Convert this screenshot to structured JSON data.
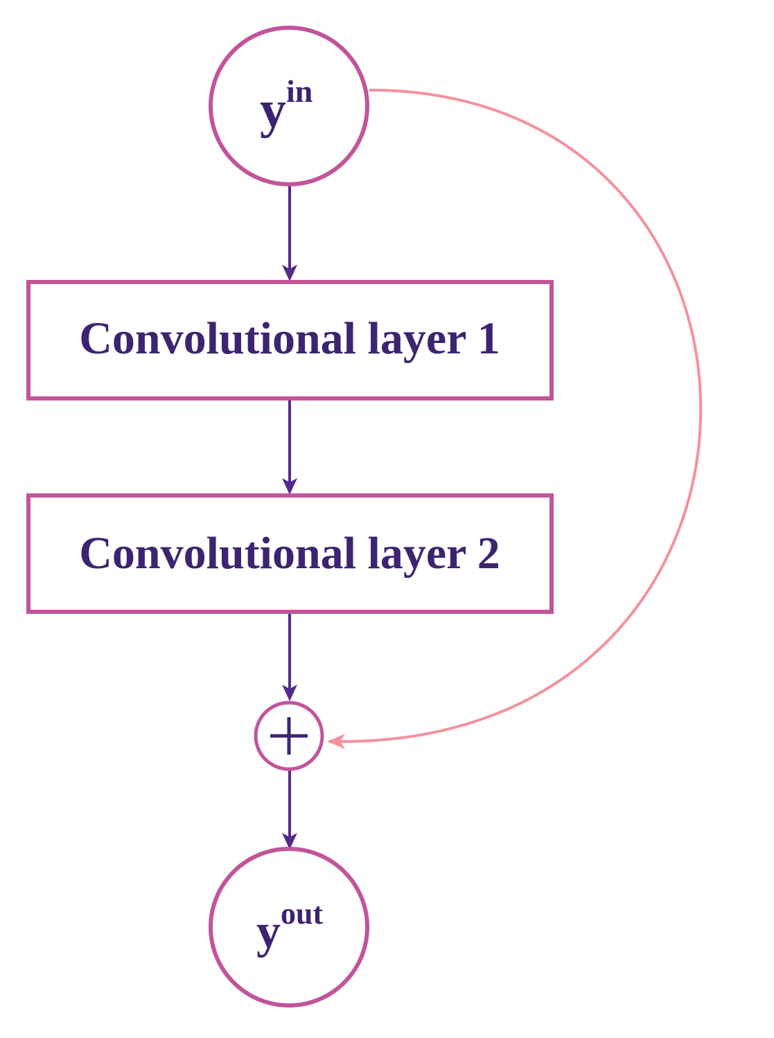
{
  "colors": {
    "node_border": "#c2549a",
    "flow_arrow": "#55298a",
    "skip_connection": "#f5909e",
    "text": "#3d2470",
    "background": "#ffffff"
  },
  "input_node": {
    "base": "y",
    "superscript": "in"
  },
  "layer1": {
    "label": "Convolutional layer 1"
  },
  "layer2": {
    "label": "Convolutional layer 2"
  },
  "sum_node": {
    "symbol": "+"
  },
  "output_node": {
    "base": "y",
    "superscript": "out"
  }
}
